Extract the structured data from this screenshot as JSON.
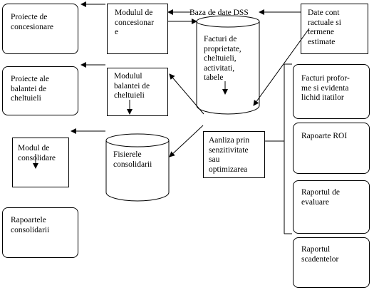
{
  "nodes": {
    "proiecte_concesionare": "Proiecte de\nconcesionare",
    "proiecte_balantei": "Proiecte ale\nbalantei de\ncheltuieli",
    "modul_consolidare": "Modul de\nconsolidare",
    "rapoartele_consolidarii": "Rapoartele\nconsolidarii",
    "modulul_concesionare": "Modulul de\nconcesionar\ne",
    "modulul_balantei": "Modulul\nbalantei de\ncheltuieli",
    "baza_de_date": "Baza de date  DSS",
    "facturi_de_proprietate": "Facturi de\nproprietate,\ncheltuieli,\nactivitati,\ntabele",
    "fisierele_consolidarii": "Fisierele\nconsolidarii",
    "analiza_senzitivitate": "Aanliza prin\nsenzitivitate\nsau\noptimizarea",
    "date_contractuale": "Date cont\nractuale si\ntermene\nestimate",
    "facturi_proforme": "Facturi profor-\nme si evidenta\nlichid itatilor",
    "rapoarte_roi": "Rapoarte ROI",
    "raportul_evaluare": "Raportul de\nevaluare",
    "raportul_scadentelor": "Raportul\nscadentelor"
  }
}
